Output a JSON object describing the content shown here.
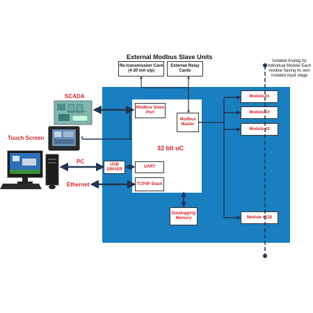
{
  "title": "External Modbus Slave Units",
  "retransmission_card": "Re-transmission Card (4-20 mA o/p)",
  "external_relay_cards": "External Relay Cards",
  "scada_label": "SCADA",
  "touch_screen_label": "Touch Screen",
  "pc_label": "PC",
  "ethernet_label": "Ethernet",
  "modbus_slave_port": "Modbus Slave Port",
  "modbus_master": "Modbus Master",
  "uc_label": "32 bit uC",
  "usb_driver": "USB DRIVER",
  "uart": "UART",
  "tcpip_stack": "TCP/IP Stack",
  "datalogging_memory": "Datalogging Memory",
  "modules": [
    "Module #1",
    "Module #2",
    "Module #3",
    "Module #128"
  ],
  "isolated_note": "Isolated Analog I/p Individual Module Each module having its own Isolated input stage",
  "colors": {
    "panel_blue": "#1a7fc0",
    "label_red": "#d21f26",
    "arrow_dark": "#1f3550"
  }
}
